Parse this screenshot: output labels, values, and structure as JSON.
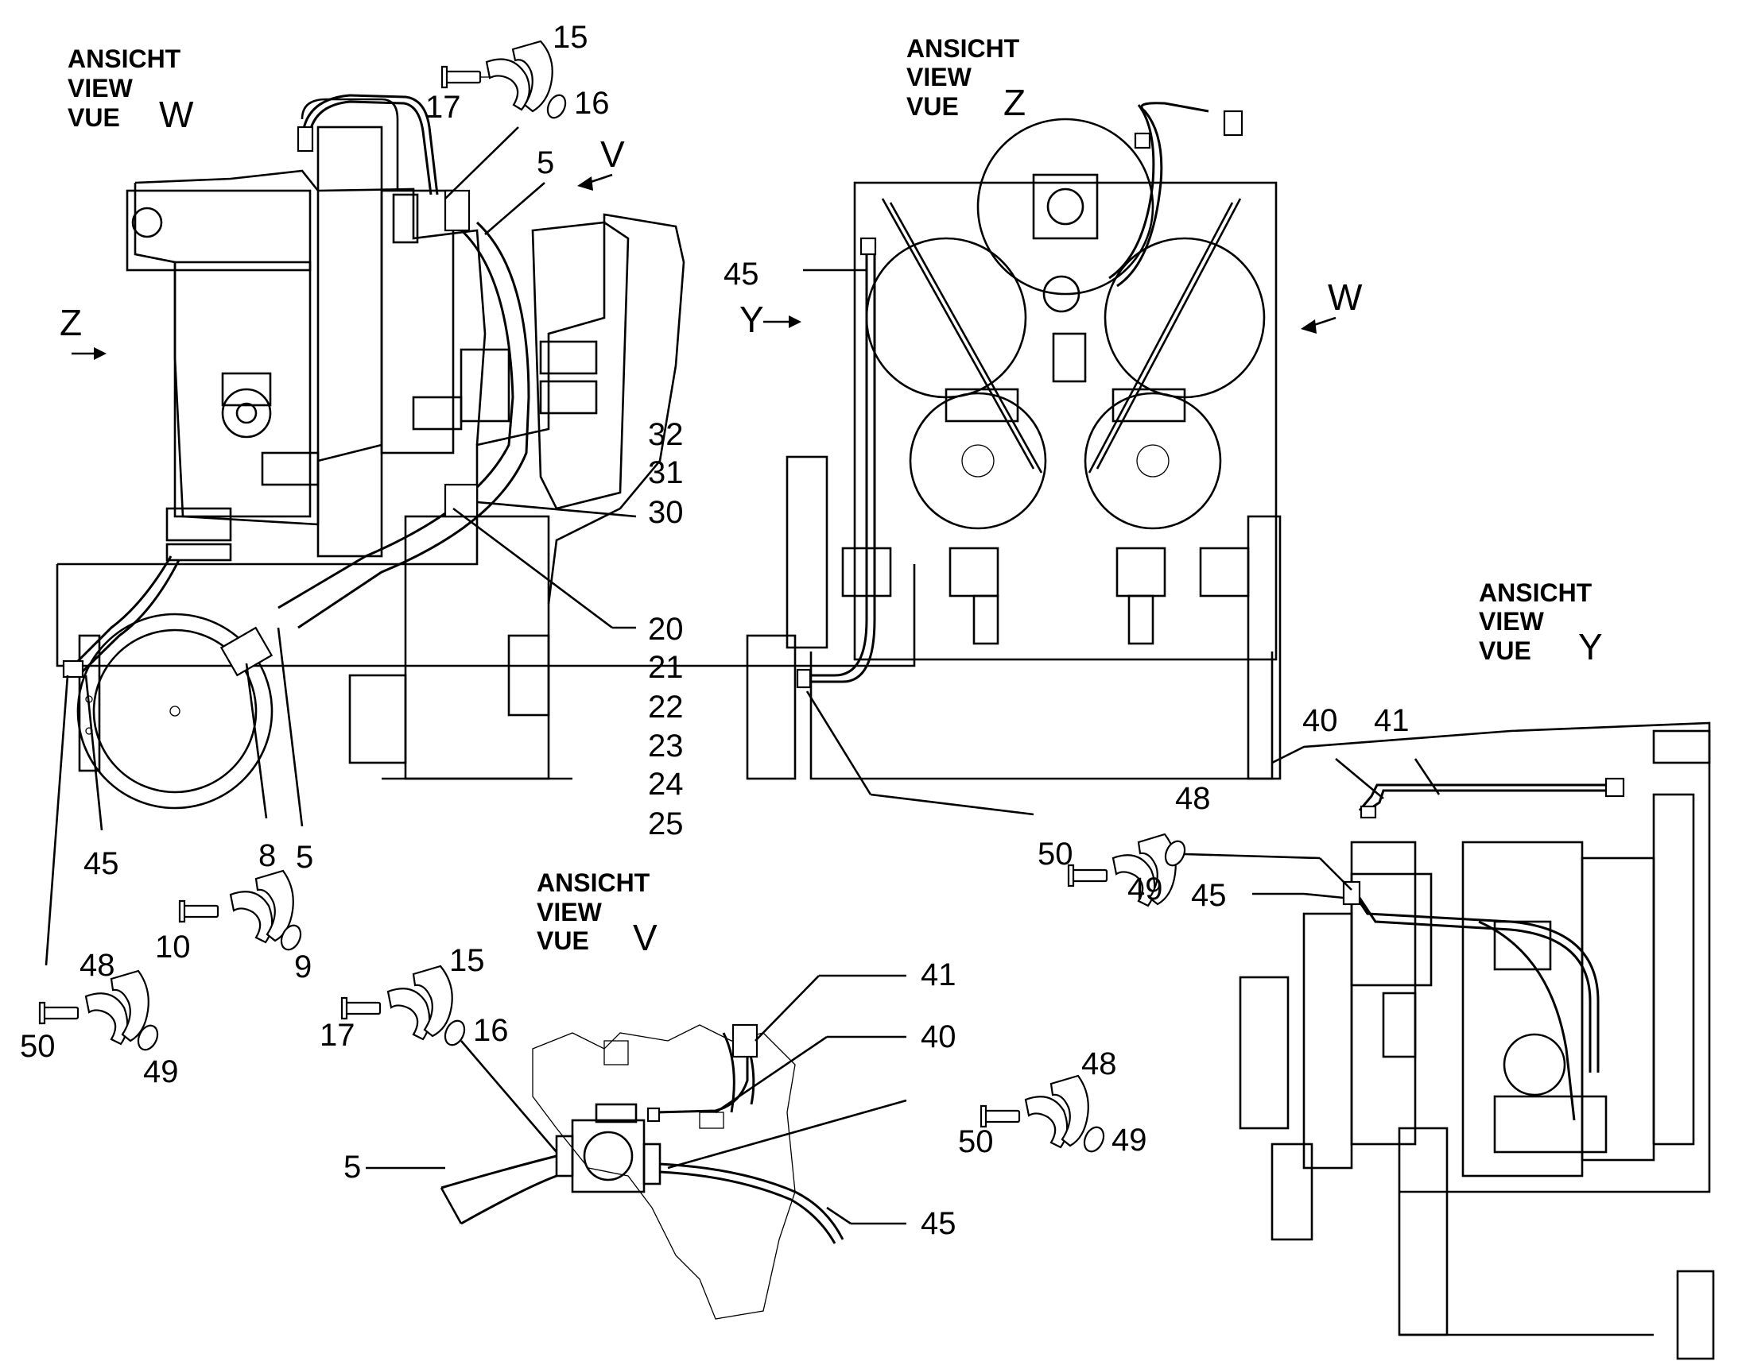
{
  "views": [
    {
      "id": "w",
      "line1": "ANSICHT",
      "line2": "VIEW",
      "line3": "VUE",
      "letter": "W"
    },
    {
      "id": "z",
      "line1": "ANSICHT",
      "line2": "VIEW",
      "line3": "VUE",
      "letter": "Z"
    },
    {
      "id": "y",
      "line1": "ANSICHT",
      "line2": "VIEW",
      "line3": "VUE",
      "letter": "Y"
    },
    {
      "id": "v",
      "line1": "ANSICHT",
      "line2": "VIEW",
      "line3": "VUE",
      "letter": "V"
    }
  ],
  "view_arrows": {
    "w1": {
      "letter": "Z"
    },
    "w2": {
      "letter": "V"
    },
    "z1": {
      "letter": "Y"
    },
    "z2": {
      "letter": "W"
    }
  },
  "callouts": {
    "w_15": "15",
    "w_16": "16",
    "w_17": "17",
    "w_5a": "5",
    "w_32": "32",
    "w_31": "31",
    "w_30": "30",
    "w_20": "20",
    "w_21": "21",
    "w_22": "22",
    "w_23": "23",
    "w_24": "24",
    "w_25": "25",
    "w_45": "45",
    "w_8": "8",
    "w_5b": "5",
    "p_10": "10",
    "p_9": "9",
    "p_48a": "48",
    "p_50a": "50",
    "p_49a": "49",
    "z_45": "45",
    "z_48": "48",
    "z_50": "50",
    "z_49": "49",
    "y_40": "40",
    "y_41": "41",
    "y_45": "45",
    "v_15": "15",
    "v_17": "17",
    "v_16": "16",
    "v_41": "41",
    "v_40": "40",
    "v_5": "5",
    "v_45": "45",
    "v_48": "48",
    "v_50": "50",
    "v_49": "49"
  }
}
